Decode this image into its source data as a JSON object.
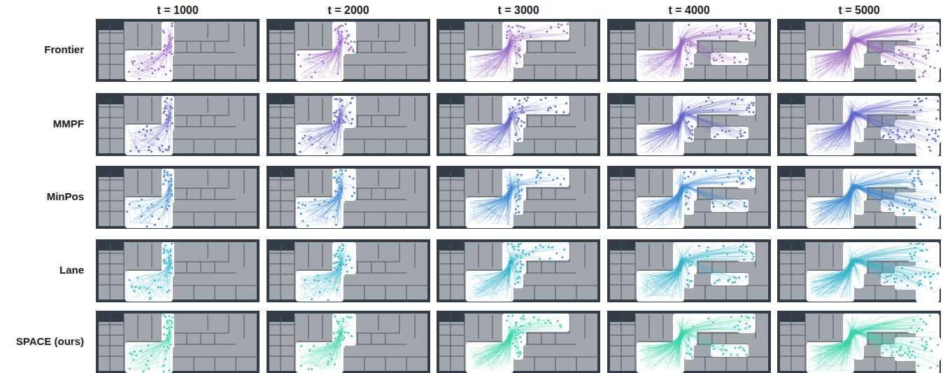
{
  "diagram": {
    "labels": [
      "t = 1000",
      "t = 2000",
      "t = 3000",
      "t = 4000",
      "t = 5000",
      "Frontier",
      "MMPF",
      "MinPos",
      "Lane",
      "SPACE (ours)"
    ]
  }
}
